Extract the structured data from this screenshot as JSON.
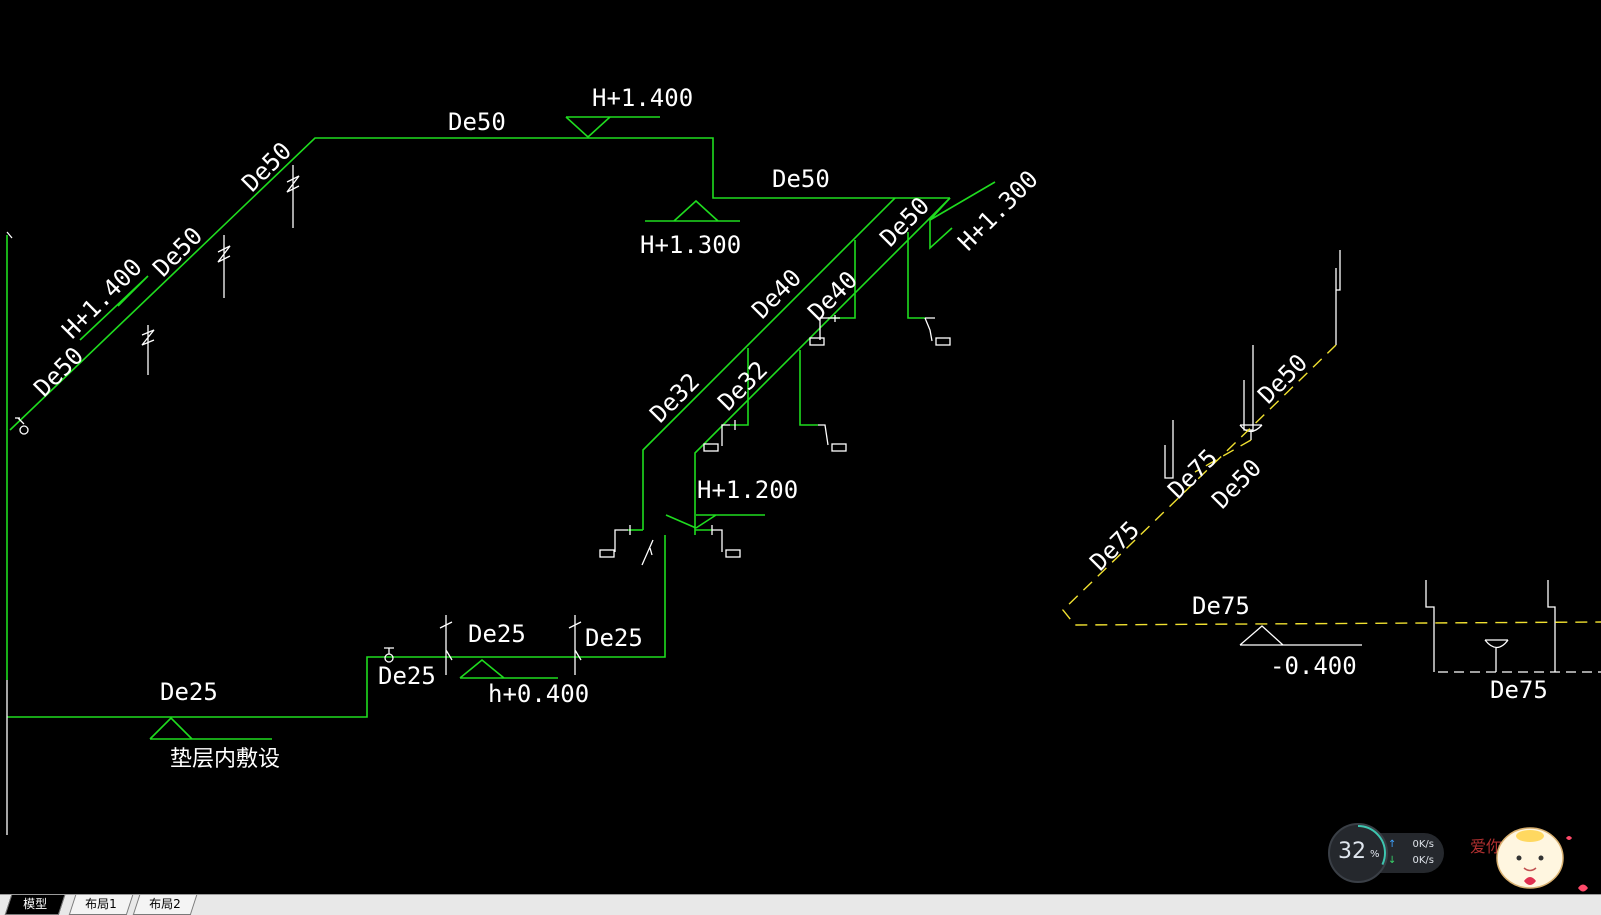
{
  "labels": {
    "de50_top": "De50",
    "h1400_top": "H+1.400",
    "de50_right": "De50",
    "h1300_left": "H+1.300",
    "de50_diag1": "De50",
    "de50_diag2": "De50",
    "h1400_diag": "H+1.400",
    "de50_diag3": "De50",
    "de50_vert": "De50",
    "h1300_diag": "H+1.300",
    "de40_a": "De40",
    "de40_b": "De40",
    "de32_a": "De32",
    "de32_b": "De32",
    "h1200": "H+1.200",
    "de25_mid1": "De25",
    "de25_mid2": "De25",
    "de25_small": "De25",
    "h0400": "h+0.400",
    "de25_left": "De25",
    "cushion_note": "垫层内敷设",
    "de50_yellow1": "De50",
    "de75_yellow": "De75",
    "de50_yellow2": "De50",
    "de75_yellow2": "De75",
    "de75_horiz": "De75",
    "minus0400": "-0.400",
    "de75_bottom": "De75"
  },
  "tabs": [
    {
      "label": "模型",
      "active": true
    },
    {
      "label": "布局1",
      "active": false
    },
    {
      "label": "布局2",
      "active": false
    }
  ],
  "net": {
    "cpu_value": "32",
    "cpu_unit": "%",
    "cpu_fraction": 0.32,
    "up_speed": "0K/s",
    "down_speed": "0K/s"
  },
  "mascot": {
    "text": "爱你"
  },
  "colors": {
    "pipe_green": "#1fdc1f",
    "drain_yellow": "#f0e030",
    "text_white": "#ffffff",
    "background": "#000000"
  }
}
